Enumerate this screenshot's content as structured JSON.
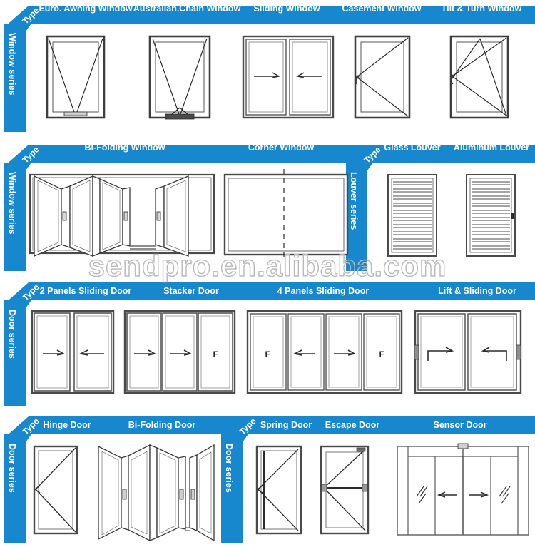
{
  "meta": {
    "accent_blue": "#1787ce",
    "line_color": "#3a3a3a",
    "watermark_color": "#b9b9b9"
  },
  "watermark": {
    "text": "sendpro.en.alibaba.com"
  },
  "sections": [
    {
      "id": "window-series-1",
      "type_label": "Type",
      "series_label": "Window series",
      "headers": [
        {
          "label": "Euro. Awning Window"
        },
        {
          "label": "Australian.Chain Window"
        },
        {
          "label": "Sliding Window"
        },
        {
          "label": "Casement Window"
        },
        {
          "label": "Tilt & Turn Window"
        }
      ],
      "figures": [
        {
          "name": "euro-awning-window-diagram"
        },
        {
          "name": "australian-chain-window-diagram"
        },
        {
          "name": "sliding-window-diagram"
        },
        {
          "name": "casement-window-diagram"
        },
        {
          "name": "tilt-turn-window-diagram"
        }
      ]
    },
    {
      "id": "window-series-2",
      "type_label": "Type",
      "series_label": "Window series",
      "type_label_2": "Type",
      "series_label_2": "Louver series",
      "headers": [
        {
          "label": "Bi-Folding Window"
        },
        {
          "label": "Corner Window"
        },
        {
          "label": "Glass Louver"
        },
        {
          "label": "Aluminum Louver"
        }
      ],
      "figures": [
        {
          "name": "bi-folding-window-diagram"
        },
        {
          "name": "corner-window-diagram"
        },
        {
          "name": "glass-louver-diagram"
        },
        {
          "name": "aluminum-louver-diagram"
        }
      ]
    },
    {
      "id": "door-series-1",
      "type_label": "Type",
      "series_label": "Door series",
      "headers": [
        {
          "label": "2 Panels Sliding Door"
        },
        {
          "label": "Stacker Door"
        },
        {
          "label": "4 Panels Sliding Door"
        },
        {
          "label": "Lift & Sliding Door"
        }
      ],
      "figures": [
        {
          "name": "two-panel-sliding-door-diagram"
        },
        {
          "name": "stacker-door-diagram"
        },
        {
          "name": "four-panel-sliding-door-diagram"
        },
        {
          "name": "lift-sliding-door-diagram"
        }
      ],
      "panel_marks": [
        "F",
        "F",
        "F"
      ]
    },
    {
      "id": "door-series-2",
      "type_label": "Type",
      "series_label": "Door series",
      "type_label_2": "Type",
      "series_label_2": "Door series",
      "headers": [
        {
          "label": "Hinge Door"
        },
        {
          "label": "Bi-Folding Door"
        },
        {
          "label": "Spring Door"
        },
        {
          "label": "Escape Door"
        },
        {
          "label": "Sensor Door"
        }
      ],
      "figures": [
        {
          "name": "hinge-door-diagram"
        },
        {
          "name": "bi-folding-door-diagram"
        },
        {
          "name": "spring-door-diagram"
        },
        {
          "name": "escape-door-diagram"
        },
        {
          "name": "sensor-door-diagram"
        }
      ]
    }
  ]
}
